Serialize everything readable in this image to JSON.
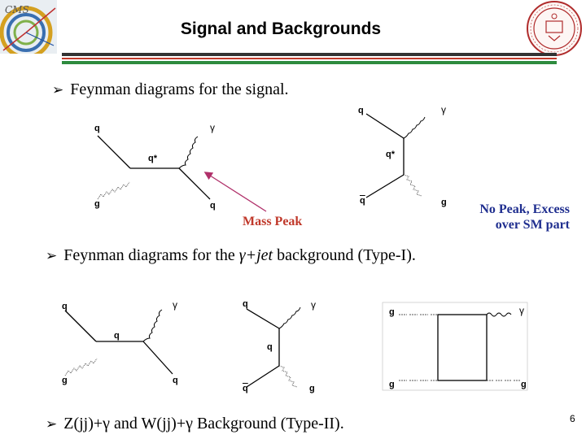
{
  "slide": {
    "title": "Signal and Backgrounds",
    "page_number": "6"
  },
  "colors": {
    "rule_dark": "#333333",
    "rule_red": "#c0392b",
    "rule_green": "#2e8b3e",
    "mass_peak": "#c0392b",
    "no_peak_note": "#1f2e8f",
    "arrow": "#b0306a"
  },
  "bullets": {
    "signal": "Feynman diagrams for the signal.",
    "gamma_jet_prefix": "Feynman diagrams for the ",
    "gamma_jet_italic": "γ+jet",
    "gamma_jet_suffix": " background (Type-I).",
    "zw": "Z(jj)+γ and W(jj)+γ  Background (Type-II)."
  },
  "annotations": {
    "mass_peak": "Mass Peak",
    "no_peak_line1": "No Peak, Excess",
    "no_peak_line2": "over SM part"
  },
  "diagram_labels": {
    "q": "q",
    "g": "g",
    "gamma": "γ",
    "q_star": "q*",
    "q_bar": "q"
  }
}
